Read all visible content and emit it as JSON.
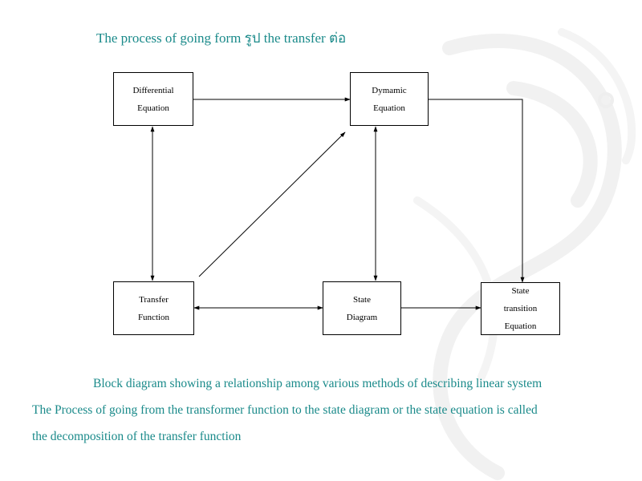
{
  "title": "The process of going form รูป the transfer ต่อ",
  "nodes": {
    "differential_equation": [
      "Differential",
      "Equation"
    ],
    "dynamic_equation": [
      "Dymamic",
      "Equation"
    ],
    "transfer_function": [
      "Transfer",
      "Function"
    ],
    "state_diagram": [
      "State",
      "Diagram"
    ],
    "state_transition_equation": [
      "State",
      "transition",
      "Equation"
    ]
  },
  "caption": {
    "line1": "Block diagram showing a relationship among various methods of describing linear system",
    "line2": "The Process of going from the transformer function to the state diagram or the state equation is called",
    "line3": "the decomposition of the transfer function"
  }
}
